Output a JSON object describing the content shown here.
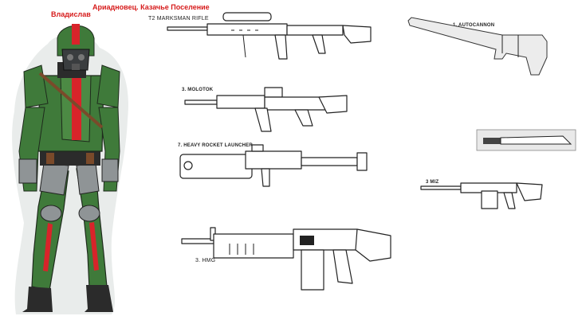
{
  "texts": {
    "settlement": "Ариадновец. Казачье Поселение",
    "character_name": "Владислав"
  },
  "weapons": {
    "marksman": "T2 MARKSMAN RIFLE",
    "autocannon": "1. AUTOCANNON",
    "molotok": "3. MOLOTOK",
    "rocket": "7. HEAVY ROCKET LAUNCHER",
    "smg": "3 MIZ",
    "hmg": "3. HMG"
  },
  "colors": {
    "label_red": "#d61a1a",
    "armor_green": "#3f7a3a",
    "armor_dark": "#2b2b2b",
    "stripe_red": "#d8242a",
    "plate_grey": "#8f9496",
    "leather_brown": "#7a4a2a"
  }
}
